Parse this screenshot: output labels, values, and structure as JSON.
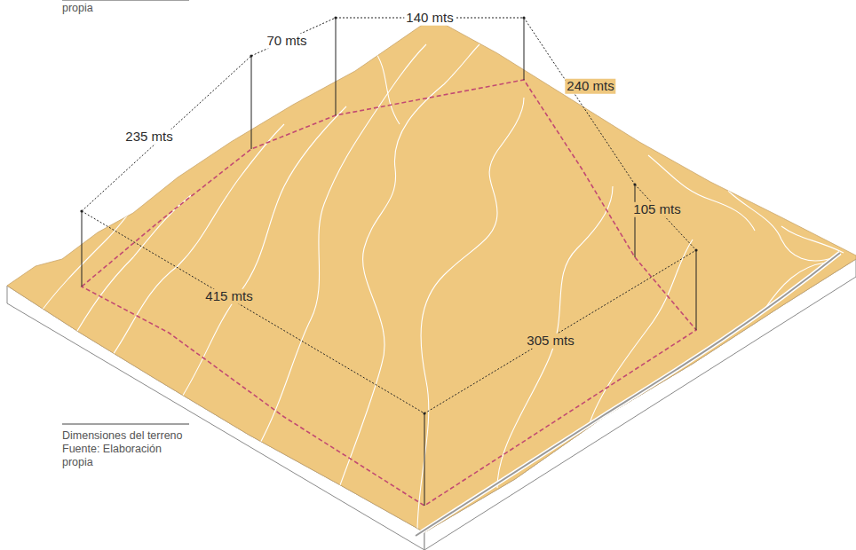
{
  "diagram": {
    "caption": "Dimensiones del terreno",
    "labels": [
      "propia",
      "235 mts",
      "70 mts",
      "140 mts",
      "240 mts",
      "105 mts",
      "415 mts",
      "305 mts",
      "Fuente: Elaboración propia"
    ]
  }
}
